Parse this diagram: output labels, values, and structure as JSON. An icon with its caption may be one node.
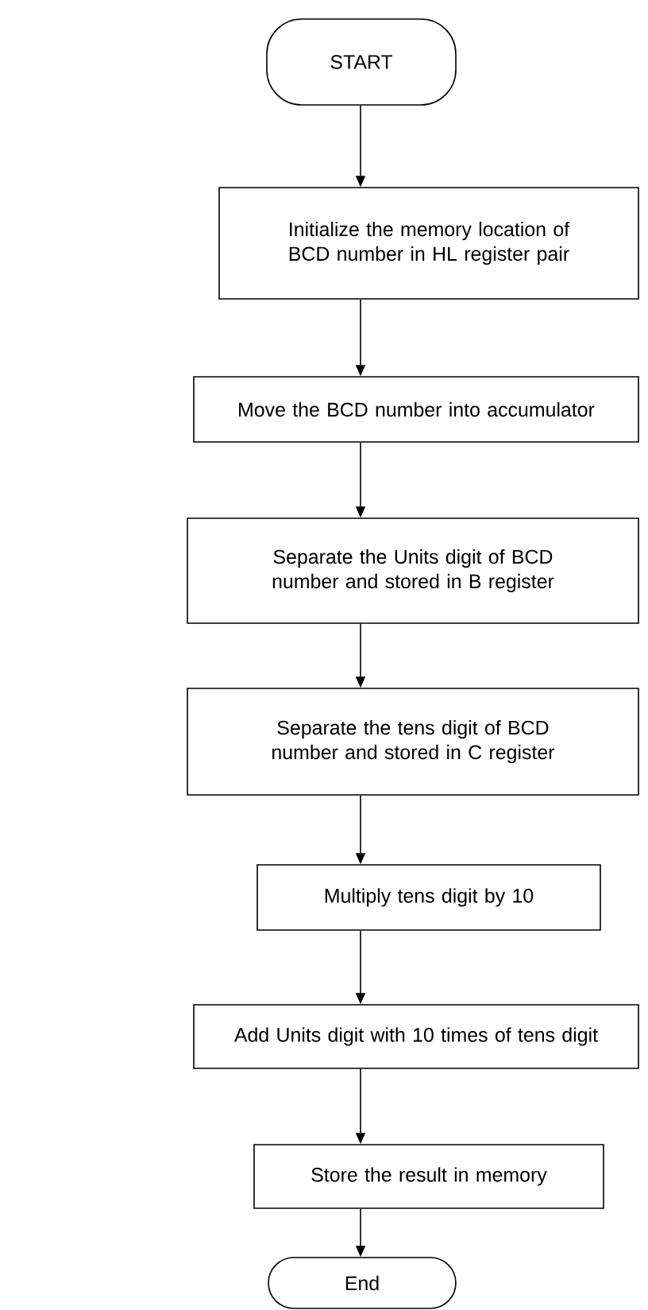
{
  "diagram": {
    "nodes": [
      {
        "text": [
          "START"
        ]
      },
      {
        "text": [
          "Initialize the memory location of BCD number in HL register pair"
        ]
      },
      {
        "text": [
          "Move the BCD number into accumulator"
        ]
      },
      {
        "text": [
          "Separate the Units digit of BCD number and stored in B register"
        ]
      },
      {
        "text": [
          "Separate the tens digit of BCD number and stored in C register"
        ]
      },
      {
        "text": [
          "Multiply tens digit by 10"
        ]
      },
      {
        "text": [
          "Add Units digit with 10 times of tens digit"
        ]
      },
      {
        "text": [
          "Store the result in memory"
        ]
      },
      {
        "text": [
          "End"
        ]
      }
    ],
    "edges": [
      {
        "from": 0,
        "to": 1,
        "arrow": "to"
      },
      {
        "from": 1,
        "to": 2,
        "arrow": "to"
      },
      {
        "from": 2,
        "to": 3,
        "arrow": "to"
      },
      {
        "from": 3,
        "to": 4,
        "arrow": "to"
      },
      {
        "from": 4,
        "to": 5,
        "arrow": "to"
      },
      {
        "from": 5,
        "to": 6,
        "arrow": "to"
      },
      {
        "from": 6,
        "to": 7,
        "arrow": "to"
      },
      {
        "from": 7,
        "to": 8,
        "arrow": "to"
      }
    ]
  }
}
